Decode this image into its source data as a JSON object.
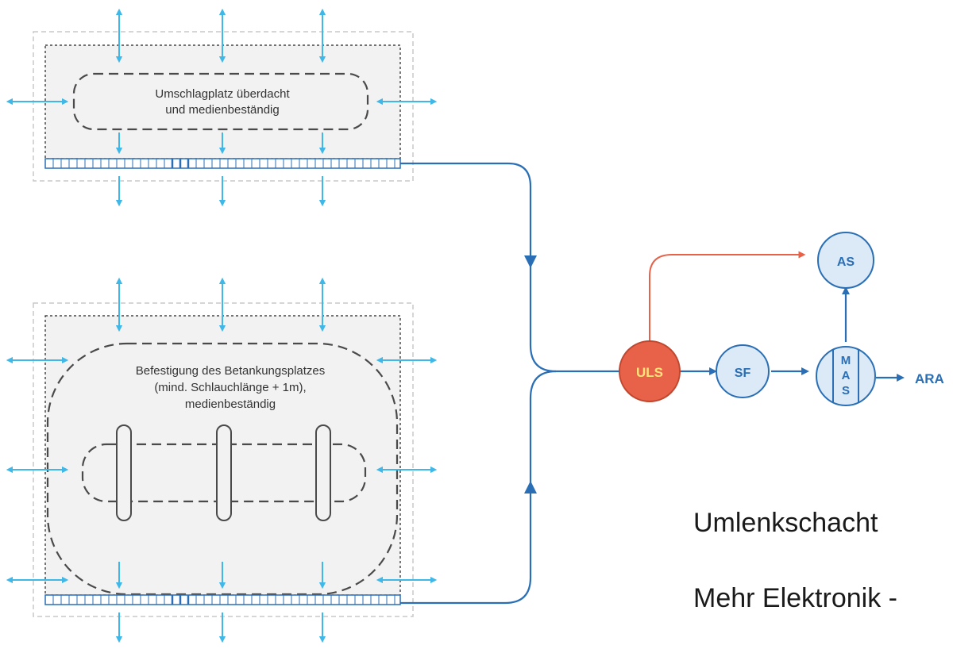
{
  "colors": {
    "flow_blue": "#2a6fb5",
    "arrow_cyan": "#3fb8e8",
    "uls_red": "#e8624a",
    "uls_text": "#ffe27a",
    "node_fill": "#dce9f6",
    "area_fill": "#f2f2f2",
    "dash_gray": "#4a4a4a"
  },
  "areas": {
    "top_label_line1": "Umschlagplatz überdacht",
    "top_label_line2": "und medienbeständig",
    "bottom_label_line1": "Befestigung des Betankungsplatzes",
    "bottom_label_line2": "(mind. Schlauchlänge + 1m),",
    "bottom_label_line3": "medienbeständig"
  },
  "nodes": {
    "uls": "ULS",
    "sf": "SF",
    "as": "AS",
    "mas_m": "M",
    "mas_a": "A",
    "mas_s": "S",
    "ara": "ARA"
  },
  "notes": {
    "line1": "Umlenkschacht",
    "line2": "Mehr Elektronik -"
  }
}
